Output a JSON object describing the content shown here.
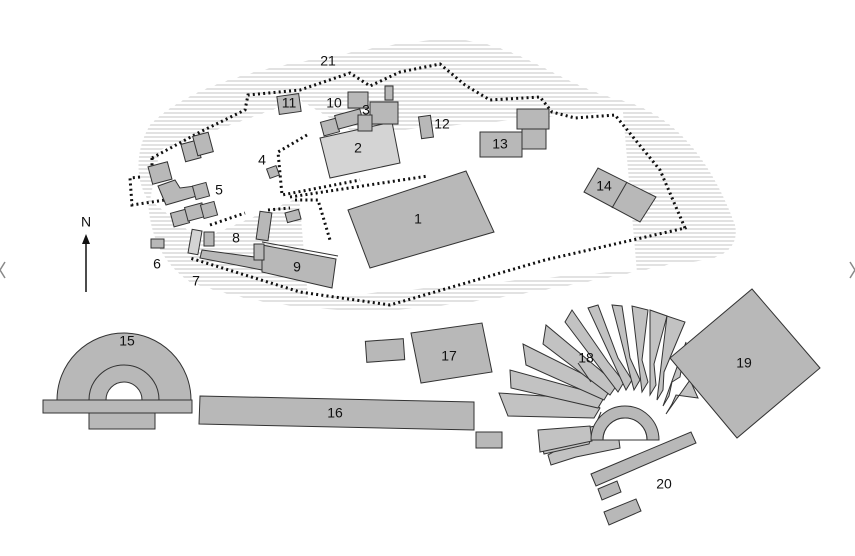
{
  "labels": {
    "l1": "1",
    "l2": "2",
    "l3": "3",
    "l4": "4",
    "l5": "5",
    "l6": "6",
    "l7": "7",
    "l8": "8",
    "l9": "9",
    "l10": "10",
    "l11": "11",
    "l12": "12",
    "l13": "13",
    "l14": "14",
    "l15": "15",
    "l16": "16",
    "l17": "17",
    "l18": "18",
    "l19": "19",
    "l20": "20",
    "l21": "21"
  },
  "compass": {
    "north": "N"
  },
  "colors": {
    "building": "#b8b8b8",
    "building_light": "#d4d4d4",
    "outline": "#333333",
    "hatch": "#bdbdbd"
  }
}
